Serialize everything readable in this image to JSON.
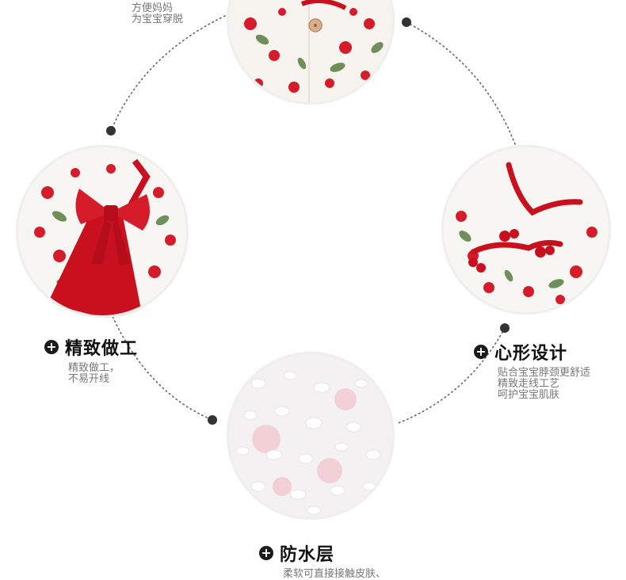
{
  "top_fragment": {
    "lines": [
      "方便妈妈",
      "为宝宝穿脱"
    ]
  },
  "features": [
    {
      "id": "craft",
      "title": "精致做工",
      "lines": [
        "精致做工，",
        "不易开线"
      ]
    },
    {
      "id": "heart",
      "title": "心形设计",
      "lines": [
        "贴合宝宝脖颈更舒适",
        "精致走线工艺",
        "呵护宝宝肌肤"
      ]
    },
    {
      "id": "waterproof",
      "title": "防水层",
      "lines": [
        "柔软可直接接触皮肤、"
      ]
    }
  ],
  "icons": {
    "bullet": "plus-circle-icon"
  },
  "colors": {
    "accent_red": "#d41c2a",
    "leaf_green": "#6f8f5a",
    "dot": "#333333"
  }
}
